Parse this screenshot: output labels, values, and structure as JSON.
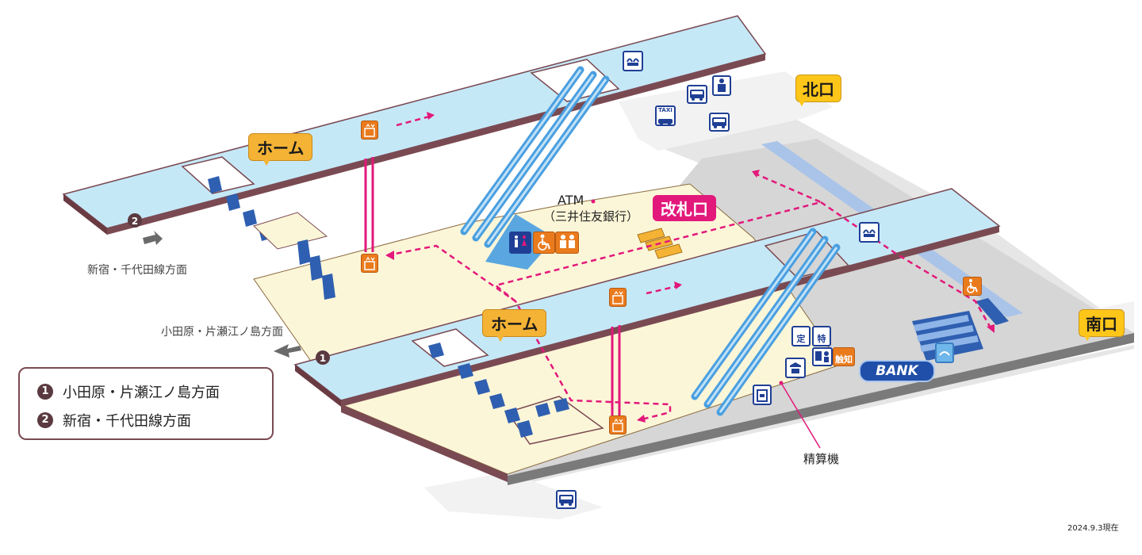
{
  "platform_callouts": {
    "upper_home": "ホーム",
    "lower_home": "ホーム"
  },
  "gate": {
    "label": "改札口"
  },
  "exits": {
    "north": "北口",
    "south": "南口"
  },
  "atm": {
    "line1": "ATM",
    "line2": "（三井住友銀行）"
  },
  "fare_adjustment": {
    "label": "精算機"
  },
  "directions": {
    "platform_2_caption": "新宿・千代田線方面",
    "platform_1_caption": "小田原・片瀬江ノ島方面"
  },
  "legend": {
    "items": [
      {
        "number": "1",
        "text": "小田原・片瀬江ノ島方面"
      },
      {
        "number": "2",
        "text": "新宿・千代田線方面"
      }
    ]
  },
  "markers": {
    "platform_1": "1",
    "platform_2": "2"
  },
  "icons": {
    "taxi_text": "TAXI",
    "tactile_map_text": "触知",
    "reserved_ticket_text": "定",
    "limited_express_text": "特",
    "bank_text": "BANK",
    "icons_list": [
      "elevator-icon",
      "restroom-icon",
      "wheelchair-icon",
      "nursing-room-icon",
      "handwash-icon",
      "bus-icon",
      "taxi-icon",
      "information-icon",
      "ticket-machine-icon",
      "police-box-icon",
      "locker-icon"
    ]
  },
  "colors": {
    "platform": "#c5e8f7",
    "concourse": "#fcf6d8",
    "escalator": "#4a9fe0",
    "route_line": "#e2187b",
    "floor_grey": "#d9d9d9"
  },
  "date_stamp": "2024.9.3現在"
}
